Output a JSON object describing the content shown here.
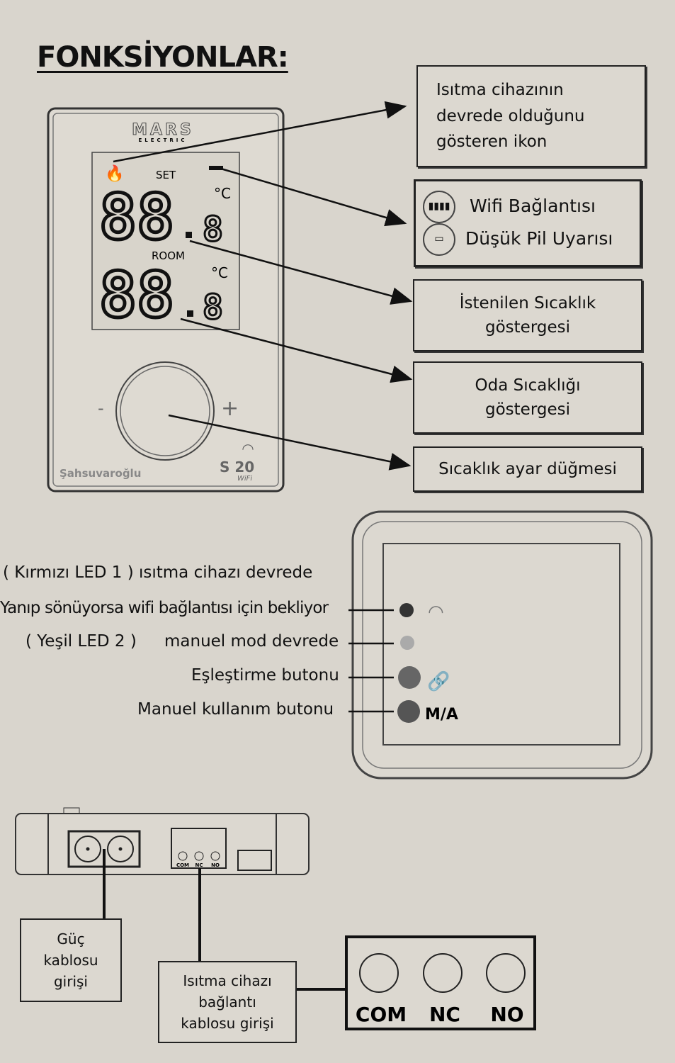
{
  "title": "FONKSİYONLAR:",
  "thermostat": {
    "brand": "MARS",
    "brand_sub": "ELECTRIC",
    "set_label": "SET",
    "room_label": "ROOM",
    "set_digits": "88",
    "set_decimal": "8",
    "room_digits": "88",
    "room_decimal": "8",
    "unit": "°C",
    "minus": "-",
    "plus": "+",
    "maker": "Şahsuvaroğlu",
    "model": "S 20",
    "model_sub": "WiFi"
  },
  "callouts": {
    "heating_icon": [
      "Isıtma cihazının",
      "devrede olduğunu",
      "gösteren ikon"
    ],
    "wifi": "Wifi Bağlantısı",
    "low_battery": "Düşük Pil Uyarısı",
    "set_temp": [
      "İstenilen Sıcaklık",
      "göstergesi"
    ],
    "room_temp": [
      "Oda Sıcaklığı",
      "göstergesi"
    ],
    "knob": "Sıcaklık ayar düğmesi"
  },
  "receiver_labels": {
    "led1": "( Kırmızı LED 1 )  ısıtma cihazı devrede",
    "led1_blink": "Yanıp sönüyorsa wifi bağlantısı için bekliyor",
    "led2_prefix": "( Yeşil  LED 2 )",
    "led2": "manuel mod devrede",
    "pair": "Eşleştirme butonu",
    "manual": "Manuel kullanım butonu",
    "ma": "M/A"
  },
  "bottom": {
    "power": [
      "Güç",
      "kablosu",
      "girişi"
    ],
    "heater": [
      "Isıtma cihazı",
      "bağlantı",
      "kablosu girişi"
    ],
    "terminals": [
      "COM",
      "NC",
      "NO"
    ],
    "small_terminals": [
      "COM",
      "NC",
      "NO"
    ]
  }
}
